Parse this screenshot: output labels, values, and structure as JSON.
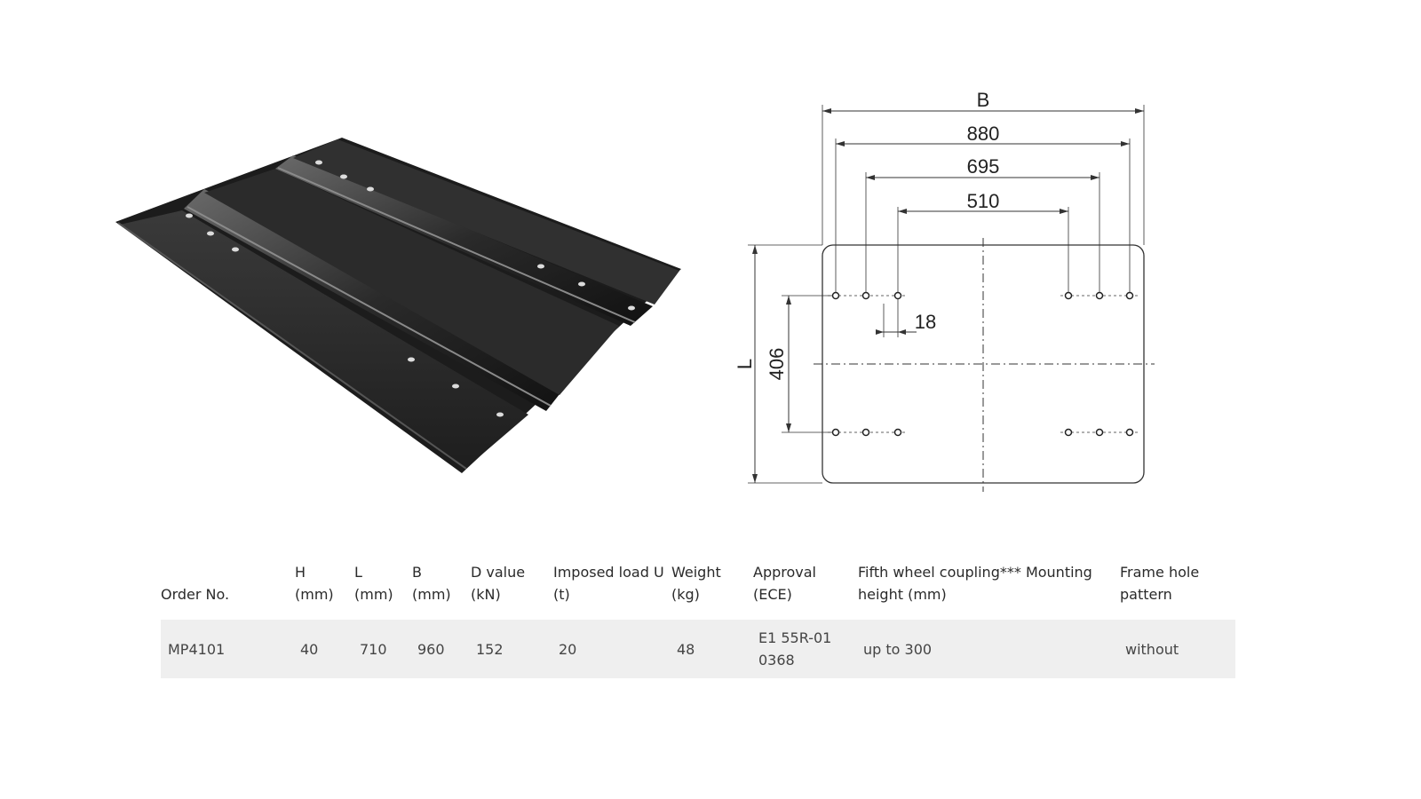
{
  "drawing": {
    "dims": {
      "B": "B",
      "d880": "880",
      "d695": "695",
      "d510": "510",
      "d18": "18",
      "L": "L",
      "d406": "406"
    }
  },
  "table": {
    "headers": [
      {
        "key": "order",
        "lines": [
          "Order No."
        ]
      },
      {
        "key": "h",
        "lines": [
          "H",
          "(mm)"
        ]
      },
      {
        "key": "l",
        "lines": [
          "L",
          "(mm)"
        ]
      },
      {
        "key": "b",
        "lines": [
          "B",
          "(mm)"
        ]
      },
      {
        "key": "d",
        "lines": [
          "D value",
          "(kN)"
        ]
      },
      {
        "key": "u",
        "lines": [
          "Imposed load U",
          "(t)"
        ]
      },
      {
        "key": "w",
        "lines": [
          "Weight",
          "(kg)"
        ]
      },
      {
        "key": "approval",
        "lines": [
          "Approval",
          "(ECE)"
        ]
      },
      {
        "key": "fifth",
        "lines": [
          "Fifth wheel coupling*** Mounting",
          "height (mm)"
        ]
      },
      {
        "key": "frame",
        "lines": [
          "Frame hole",
          "pattern"
        ]
      }
    ],
    "row": {
      "order": "MP4101",
      "h": "40",
      "l": "710",
      "b": "960",
      "d": "152",
      "u": "20",
      "w": "48",
      "approval": [
        "E1 55R-01",
        "0368"
      ],
      "fifth": "up to 300",
      "frame": "without"
    }
  }
}
